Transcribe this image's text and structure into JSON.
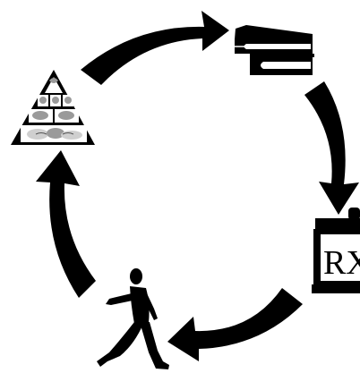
{
  "diagram": {
    "type": "cycle",
    "colors": {
      "ink": "#000000",
      "paper": "#ffffff",
      "mid_gray": "#9a9a9a",
      "light_gray": "#cfcfcf"
    },
    "nodes": [
      {
        "id": "books",
        "icon": "books-icon"
      },
      {
        "id": "prescription",
        "icon": "prescription-mortar-icon",
        "text": "RX"
      },
      {
        "id": "walking",
        "icon": "walking-person-icon"
      },
      {
        "id": "food_pyramid",
        "icon": "food-pyramid-icon"
      }
    ],
    "arrows": [
      {
        "from": "food_pyramid",
        "to": "books"
      },
      {
        "from": "books",
        "to": "prescription"
      },
      {
        "from": "prescription",
        "to": "walking"
      },
      {
        "from": "walking",
        "to": "food_pyramid"
      }
    ]
  }
}
